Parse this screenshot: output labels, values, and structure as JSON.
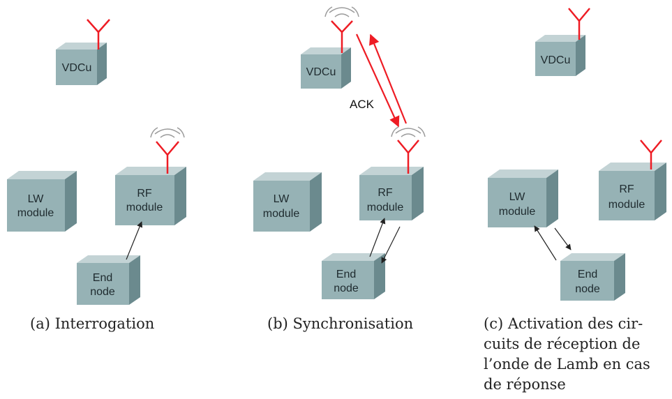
{
  "figures": [
    {
      "caption": "(a) Interrogation",
      "boxes": {
        "vdcu": [
          "VDCu"
        ],
        "lw": [
          "LW",
          "module"
        ],
        "rf": [
          "RF",
          "module"
        ],
        "end": [
          "End",
          "node"
        ]
      }
    },
    {
      "caption": "(b) Synchronisation",
      "ack_label": "ACK",
      "boxes": {
        "vdcu": [
          "VDCu"
        ],
        "lw": [
          "LW",
          "module"
        ],
        "rf": [
          "RF",
          "module"
        ],
        "end": [
          "End",
          "node"
        ]
      }
    },
    {
      "caption_lines": [
        "(c) Activation des cir-",
        "cuits de réception de",
        "l’onde de Lamb en cas",
        "de réponse"
      ],
      "boxes": {
        "vdcu": [
          "VDCu"
        ],
        "lw": [
          "LW",
          "module"
        ],
        "rf": [
          "RF",
          "module"
        ],
        "end": [
          "End",
          "node"
        ]
      }
    }
  ],
  "colors": {
    "box_front": "#96b2b5",
    "box_top": "#c3d3d5",
    "box_side": "#6b8a8e",
    "antenna": "#ee1c24",
    "signal": "#9a9a9a",
    "arrow": "#222222",
    "radio_link": "#ee1c24"
  }
}
